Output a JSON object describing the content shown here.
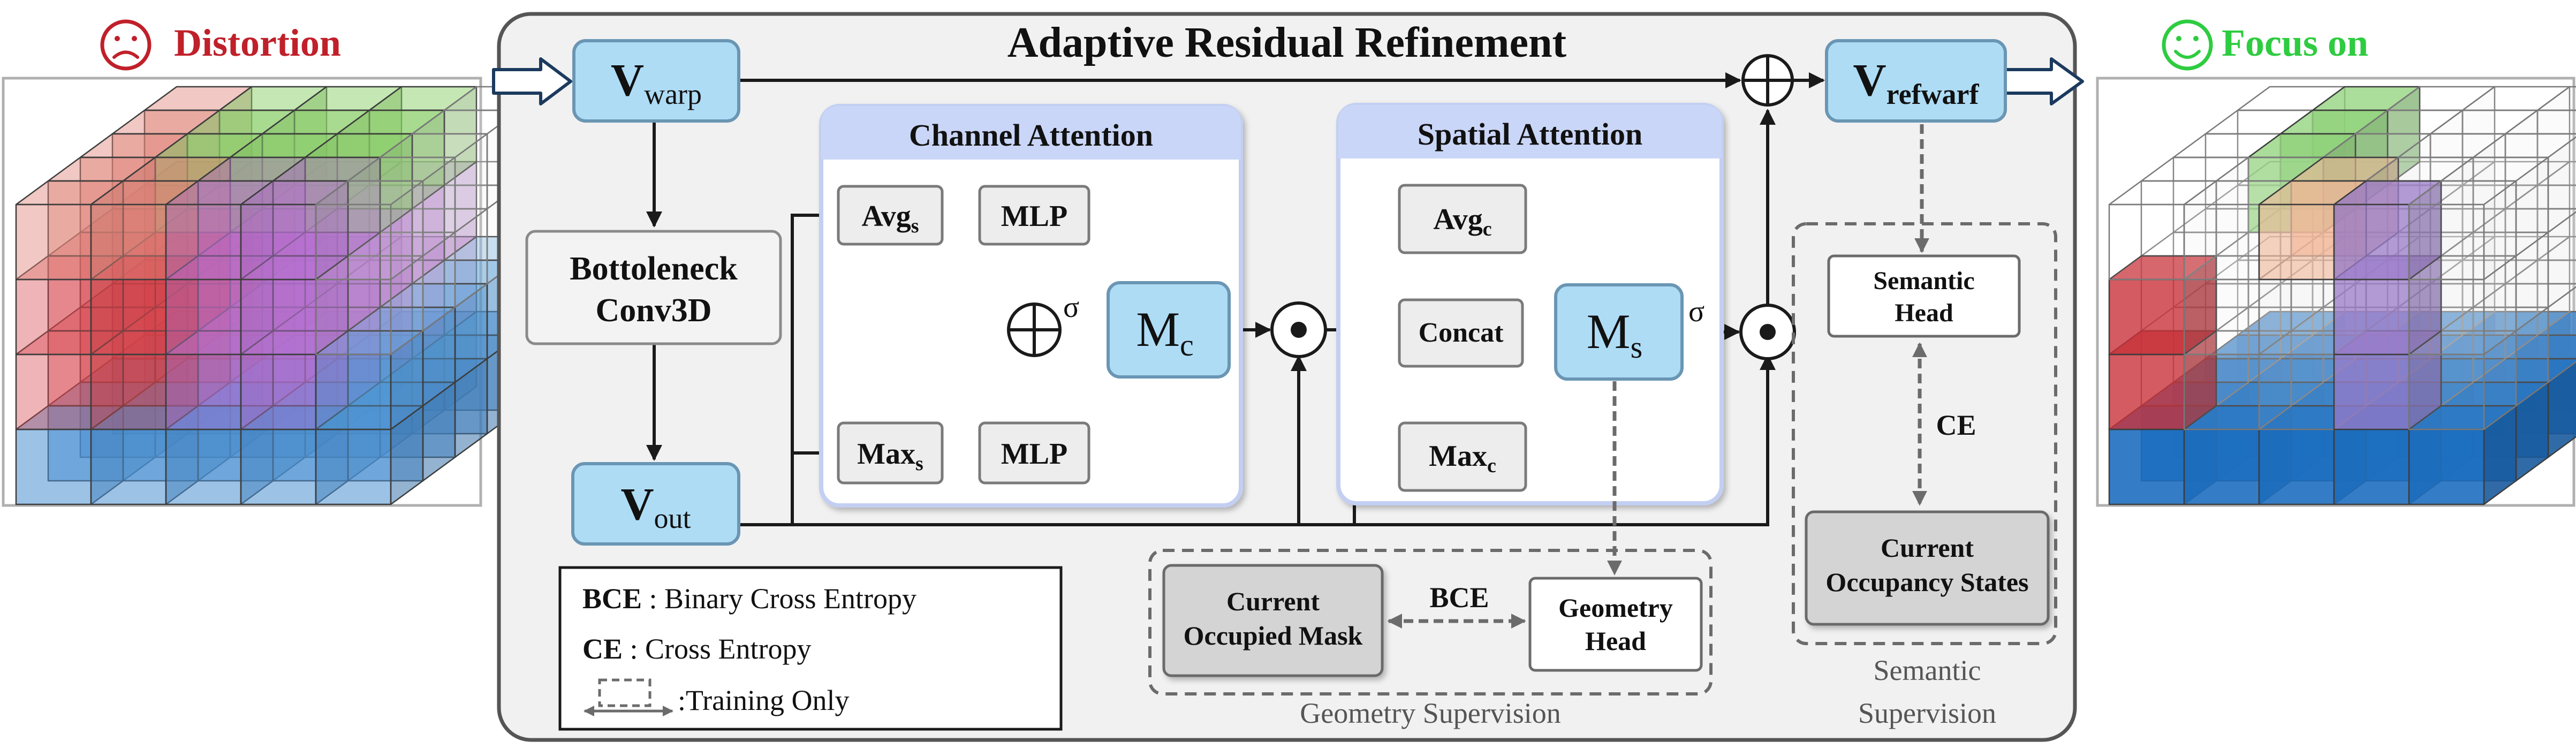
{
  "left_panel": {
    "icon": "sad-face-icon",
    "label": "Distortion",
    "color": "#c0202a"
  },
  "right_panel": {
    "icon": "smile-face-icon",
    "label": "Focus on",
    "color": "#2ecc40"
  },
  "main": {
    "title": "Adaptive Residual Refinement",
    "v_warp": {
      "main": "V",
      "sub": "warp"
    },
    "v_out": {
      "main": "V",
      "sub": "out"
    },
    "v_refwarf": {
      "main": "V",
      "sub": "refwarf"
    },
    "bottleneck": {
      "line1": "Bottoleneck",
      "line2": "Conv3D"
    },
    "channel_attention": {
      "title": "Channel Attention",
      "avg": {
        "main": "Avg",
        "sub": "s"
      },
      "max": {
        "main": "Max",
        "sub": "s"
      },
      "mlp_top": "MLP",
      "mlp_bottom": "MLP",
      "sigma": "σ",
      "mc": {
        "main": "M",
        "sub": "c"
      }
    },
    "spatial_attention": {
      "title": "Spatial Attention",
      "avg": {
        "main": "Avg",
        "sub": "c"
      },
      "max": {
        "main": "Max",
        "sub": "c"
      },
      "concat": "Concat",
      "sigma": "σ",
      "ms": {
        "main": "M",
        "sub": "s"
      }
    }
  },
  "legend": {
    "bce_term": "BCE",
    "bce_def": " : Binary Cross Entropy",
    "ce_term": "CE",
    "ce_def": " : Cross Entropy",
    "training_only": ":Training Only"
  },
  "geometry_supervision": {
    "caption": "Geometry Supervision",
    "mask": {
      "line1": "Current",
      "line2": "Occupied Mask"
    },
    "loss": "BCE",
    "head": {
      "line1": "Geometry",
      "line2": "Head"
    }
  },
  "semantic_supervision": {
    "caption_line1": "Semantic",
    "caption_line2": "Supervision",
    "head": {
      "line1": "Semantic",
      "line2": "Head"
    },
    "loss": "CE",
    "states": {
      "line1": "Current",
      "line2": "Occupancy States"
    }
  },
  "colors": {
    "node_blue": "#aedcf5",
    "node_blue_stroke": "#6a96b4",
    "panel_bg": "#f1f1f1",
    "attention_header": "#cad6f7",
    "attention_border": "#c3cff2"
  }
}
